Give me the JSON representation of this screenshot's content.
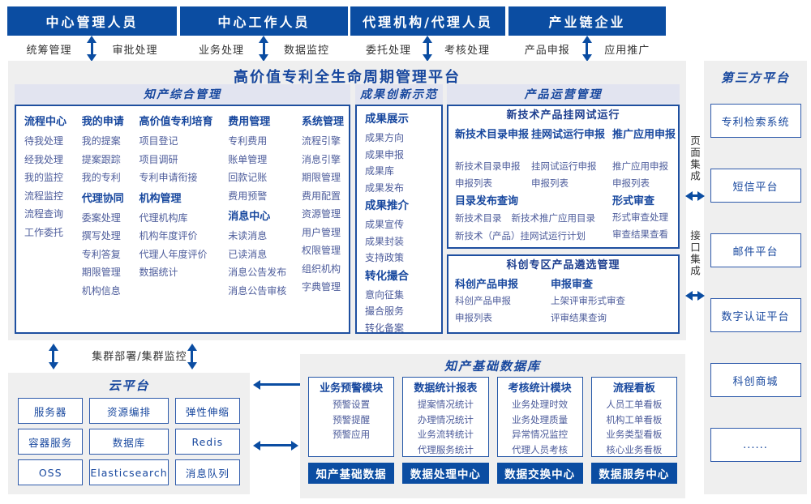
{
  "colors": {
    "navy": "#0b4da2",
    "title_blue": "#17479e",
    "item_blue": "#4d5c9b",
    "band": "#e2e4f0",
    "panel_bg": "#efefef",
    "box_border": "#2f5bab"
  },
  "actors": [
    {
      "title": "中心管理人员",
      "left": "统筹管理",
      "right": "审批处理"
    },
    {
      "title": "中心工作人员",
      "left": "业务处理",
      "right": "数据监控"
    },
    {
      "title": "代理机构/代理人员",
      "left": "委托处理",
      "right": "考核处理"
    },
    {
      "title": "产业链企业",
      "left": "产品申报",
      "right": "应用推广"
    }
  ],
  "platform": {
    "title": "高价值专利全生命周期管理平台"
  },
  "sections": {
    "ip_management": {
      "title": "知产综合管理",
      "columns": [
        {
          "groups": [
            {
              "title": "流程中心",
              "items": [
                "待我处理",
                "经我处理",
                "我的监控",
                "流程监控",
                "流程查询",
                "工作委托"
              ]
            }
          ]
        },
        {
          "groups": [
            {
              "title": "我的申请",
              "items": [
                "我的提案",
                "提案跟踪",
                "我的专利"
              ]
            },
            {
              "title": "代理协同",
              "items": [
                "委案处理",
                "撰写处理",
                "专利答复",
                "期限管理",
                "机构信息"
              ]
            }
          ]
        },
        {
          "groups": [
            {
              "title": "高价值专利培育",
              "items": [
                "项目登记",
                "项目调研",
                "专利申请衔接"
              ]
            },
            {
              "title": "机构管理",
              "items": [
                "代理机构库",
                "机构年度评价",
                "代理人年度评价",
                "数据统计"
              ]
            }
          ]
        },
        {
          "groups": [
            {
              "title": "费用管理",
              "items": [
                "专利费用",
                "账单管理",
                "回款记账",
                "费用预警"
              ]
            },
            {
              "title": "消息中心",
              "items": [
                "未读消息",
                "已读消息",
                "消息公告发布",
                "消息公告审核"
              ]
            }
          ]
        },
        {
          "groups": [
            {
              "title": "系统管理",
              "items": [
                "流程引擎",
                "消息引擎",
                "期限管理",
                "费用配置",
                "资源管理",
                "用户管理",
                "权限管理",
                "组织机构",
                "字典管理"
              ]
            }
          ]
        }
      ]
    },
    "achievement": {
      "title": "成果创新示范",
      "groups": [
        {
          "title": "成果展示",
          "items": [
            "成果方向",
            "成果申报",
            "成果库",
            "成果发布"
          ]
        },
        {
          "title": "成果推介",
          "items": [
            "成果宣传",
            "成果封装",
            "支持政策"
          ]
        },
        {
          "title": "转化撮合",
          "items": [
            "意向征集",
            "撮合服务",
            "转化备案"
          ]
        }
      ]
    },
    "product_ops": {
      "title": "产品运营管理",
      "subpanels": [
        {
          "title": "新技术产品挂网试运行",
          "groups": [
            {
              "title": "新技术目录申报",
              "items": [
                "新技术目录申报",
                "申报列表"
              ]
            },
            {
              "title": "挂网试运行申报",
              "items": [
                "挂网试运行申报",
                "申报列表"
              ]
            },
            {
              "title": "推广应用申报",
              "items": [
                "推广应用申报",
                "申报列表"
              ]
            },
            {
              "title": "目录发布查询",
              "items": [
                "新技术目录",
                "新技术推广应用目录",
                "新技术（产品）挂网试运行计划"
              ]
            },
            {
              "title": "形式审查",
              "items": [
                "形式审查处理",
                "审查结果查看"
              ]
            }
          ]
        },
        {
          "title": "科创专区产品遴选管理",
          "groups": [
            {
              "title": "科创产品申报",
              "items": [
                "科创产品申报",
                "申报列表"
              ]
            },
            {
              "title": "申报审查",
              "items": [
                "上架评审形式审查",
                "评审结果查询"
              ]
            }
          ]
        }
      ]
    }
  },
  "third_party": {
    "title": "第三方平台",
    "items": [
      "专利检索系统",
      "短信平台",
      "邮件平台",
      "数字认证平台",
      "科创商城",
      "......"
    ],
    "connectors": {
      "page": "页面集成",
      "api": "接口集成"
    }
  },
  "cluster_link": {
    "label": "集群部署/集群监控"
  },
  "cloud": {
    "title": "云平台",
    "items": [
      "服务器",
      "资源编排",
      "弹性伸缩",
      "容器服务",
      "数据库",
      "Redis",
      "OSS",
      "Elasticsearch",
      "消息队列"
    ]
  },
  "data_platform": {
    "title": "知产基础数据库",
    "modules": [
      {
        "title": "业务预警模块",
        "items": [
          "预警设置",
          "预警提醒",
          "预警应用"
        ],
        "footer": "知产基础数据"
      },
      {
        "title": "数据统计报表",
        "items": [
          "提案情况统计",
          "办理情况统计",
          "业务流转统计",
          "代理服务统计"
        ],
        "footer": "数据处理中心"
      },
      {
        "title": "考核统计模块",
        "items": [
          "业务处理时效",
          "业务处理质量",
          "异常情况监控",
          "代理人员考核"
        ],
        "footer": "数据交换中心"
      },
      {
        "title": "流程看板",
        "items": [
          "人员工单看板",
          "机构工单看板",
          "业务类型看板",
          "核心业务看板"
        ],
        "footer": "数据服务中心"
      }
    ]
  }
}
